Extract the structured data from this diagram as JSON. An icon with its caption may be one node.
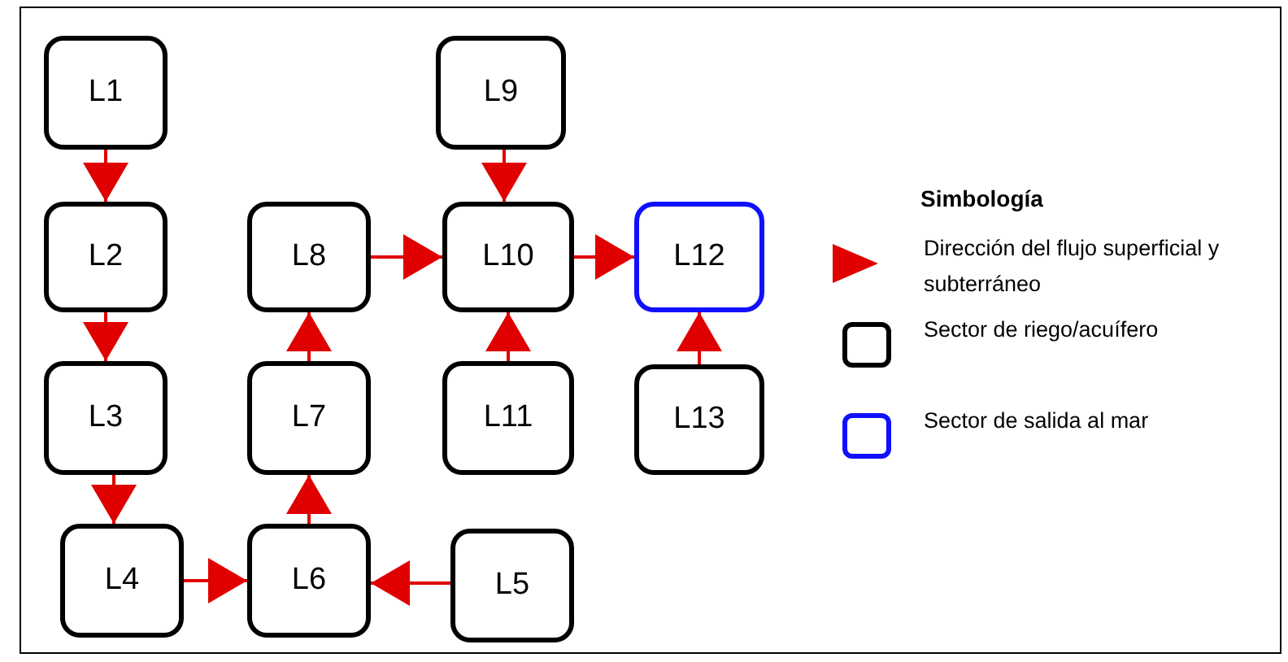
{
  "diagram": {
    "nodes": [
      {
        "text": [
          "L1"
        ]
      },
      {
        "text": [
          "L9"
        ]
      },
      {
        "text": [
          "L2"
        ]
      },
      {
        "text": [
          "L8"
        ]
      },
      {
        "text": [
          "L10"
        ]
      },
      {
        "text": [
          "L12"
        ]
      },
      {
        "text": [
          "L3"
        ]
      },
      {
        "text": [
          "L7"
        ]
      },
      {
        "text": [
          "L11"
        ]
      },
      {
        "text": [
          "L13"
        ]
      },
      {
        "text": [
          "L4"
        ]
      },
      {
        "text": [
          "L6"
        ]
      },
      {
        "text": [
          "L5"
        ]
      }
    ],
    "edges": [
      {
        "from": 0,
        "to": 2,
        "arrow": "to"
      },
      {
        "from": 2,
        "to": 6,
        "arrow": "to"
      },
      {
        "from": 6,
        "to": 10,
        "arrow": "to"
      },
      {
        "from": 10,
        "to": 11,
        "arrow": "to"
      },
      {
        "from": 12,
        "to": 11,
        "arrow": "to"
      },
      {
        "from": 11,
        "to": 7,
        "arrow": "to"
      },
      {
        "from": 7,
        "to": 3,
        "arrow": "to"
      },
      {
        "from": 3,
        "to": 4,
        "arrow": "to"
      },
      {
        "from": 1,
        "to": 4,
        "arrow": "to"
      },
      {
        "from": 8,
        "to": 4,
        "arrow": "to"
      },
      {
        "from": 4,
        "to": 5,
        "arrow": "to"
      },
      {
        "from": 9,
        "to": 5,
        "arrow": "to"
      }
    ],
    "labels": [
      "Simbología"
    ],
    "legend": [
      {
        "text": "Dirección del flujo superficial y subterráneo"
      },
      {
        "text": "Sector de riego/acuífero"
      },
      {
        "text": "Sector de salida al mar"
      }
    ]
  }
}
